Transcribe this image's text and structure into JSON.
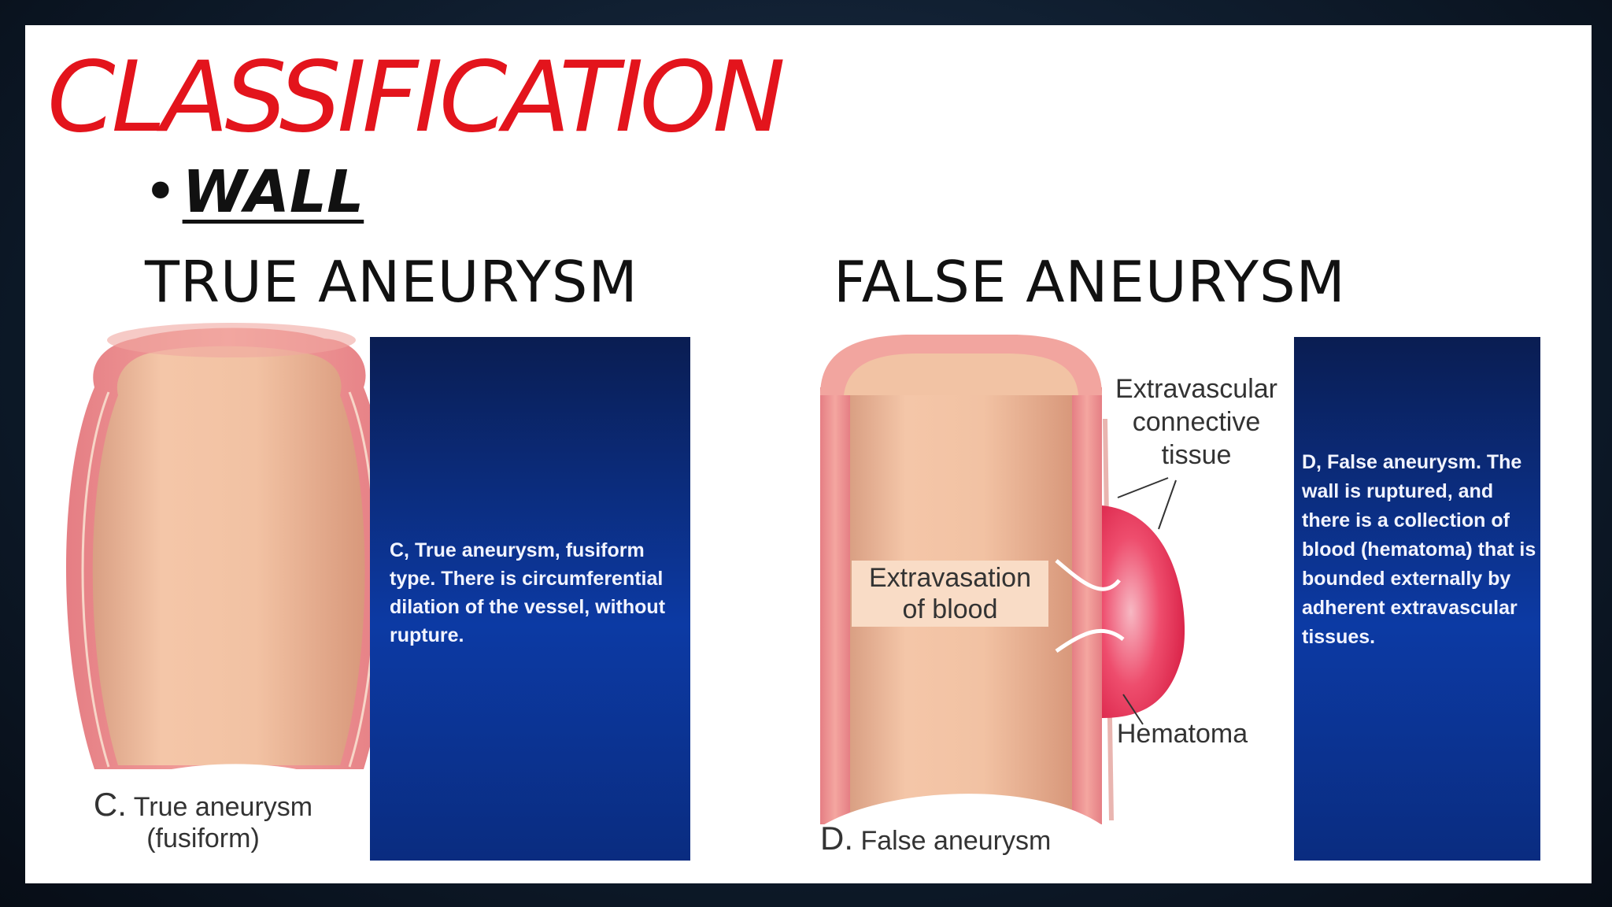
{
  "slide": {
    "title": "CLASSIFICATION",
    "bullet": "WALL",
    "left_heading": "TRUE ANEURYSM",
    "right_heading": "FALSE ANEURYSM"
  },
  "true_figure": {
    "caption_letter": "C.",
    "caption_line1": "True aneurysm",
    "caption_line2": "(fusiform)",
    "panel_label": "C,",
    "panel_text": "True aneurysm, fusiform type. There is circumferential dilation of the vessel, without rupture."
  },
  "false_figure": {
    "caption_letter": "D.",
    "caption_text": "False aneurysm",
    "label_extravascular_1": "Extravascular",
    "label_extravascular_2": "connective",
    "label_extravascular_3": "tissue",
    "label_extravasation_1": "Extravasation",
    "label_extravasation_2": "of blood",
    "label_hematoma": "Hematoma",
    "panel_label": "D,",
    "panel_text": "False aneurysm. The wall is ruptured, and there is a collection of blood (hematoma) that is bounded externally by adherent extravascular tissues."
  },
  "colors": {
    "title": "#e3141c",
    "panel_blue": "#0c3aa4",
    "vessel_wall": "#e58a8a",
    "vessel_lumen": "#f2c0a1",
    "hematoma": "#e3294b"
  }
}
